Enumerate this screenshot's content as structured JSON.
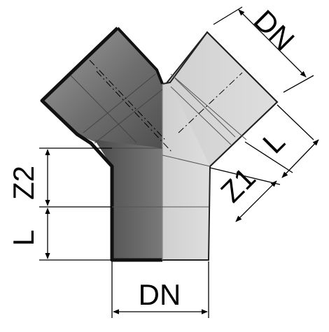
{
  "labels": {
    "dn_top": "DN",
    "dn_bottom": "DN",
    "l_right": "L",
    "z1": "Z1",
    "z2": "Z2",
    "l_left": "L"
  },
  "colors": {
    "dark_body": "#5a5a5a",
    "dark_body_light": "#8c8c8c",
    "light_body": "#d6d6d6",
    "light_body_edge": "#b8b8b8",
    "outline": "#111111",
    "dimension": "#000000"
  }
}
